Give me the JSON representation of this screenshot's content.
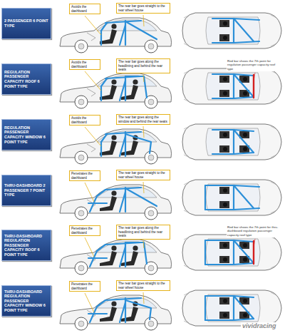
{
  "diagram": {
    "nodes": [
      {
        "text": [
          "2 PASSENGER 6 POINT TYPE"
        ]
      },
      {
        "text": [
          "Avoids the dashboard"
        ]
      },
      {
        "text": [
          "The rear bar goes straight to the rear wheel house"
        ]
      },
      {
        "text": [
          "REGULATION PASSENGER CAPACITY ROOF 6 POINT TYPE"
        ]
      },
      {
        "text": [
          "Avoids the dashboard"
        ]
      },
      {
        "text": [
          "The rear bar goes along the headlining and behind the rear seats"
        ]
      },
      {
        "text": [
          "Red bar shows the 7th point for regulation passenger capacity roof type"
        ]
      },
      {
        "text": [
          "REGULATION PASSENGER CAPACITY WINDOW 6 POINT TYPE"
        ]
      },
      {
        "text": [
          "Avoids the dashboard"
        ]
      },
      {
        "text": [
          "The rear bar goes along the window and behind the rear seats"
        ]
      },
      {
        "text": [
          "THRU-DASHBOARD 2 PASSENGER 7 POINT TYPE"
        ]
      },
      {
        "text": [
          "Penetrates the dashboard"
        ]
      },
      {
        "text": [
          "The rear bar goes straight to the rear wheel house"
        ]
      },
      {
        "text": [
          "THRU-DASHBOARD REGULATION PASSENGER CAPACITY ROOF 6 POINT TYPE"
        ]
      },
      {
        "text": [
          "Penetrates the dashboard"
        ]
      },
      {
        "text": [
          "The rear bar goes along the headlining and behind the rear seats"
        ]
      },
      {
        "text": [
          "Red bar shows the 7th point for thru-dashboard regulation passenger capacity roof type"
        ]
      },
      {
        "text": [
          "THRU-DASHBOARD REGULATION PASSENGER CAPACITY WINDOW 6 POINT TYPE"
        ]
      },
      {
        "text": [
          "Penetrates the dashboard"
        ]
      },
      {
        "text": [
          "The rear bar goes straight to the rear wheel house"
        ]
      }
    ],
    "labels": [
      "vividracing"
    ]
  }
}
